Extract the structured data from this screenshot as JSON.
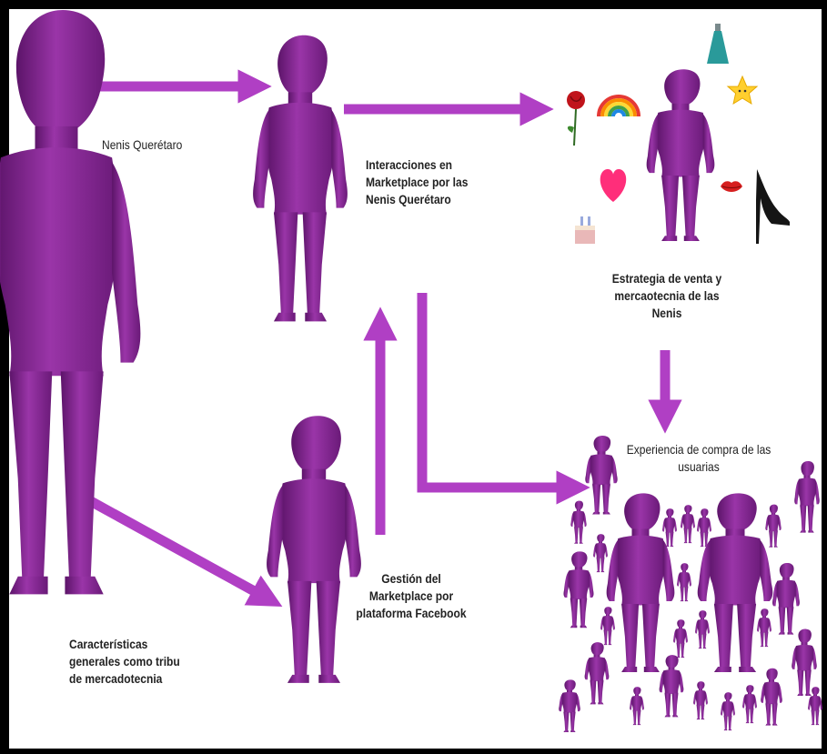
{
  "colors": {
    "figure": "#8a2a96",
    "figure_dark": "#5a1466",
    "arrow": "#b03fc4",
    "background": "#ffffff",
    "frame": "#000000"
  },
  "labels": {
    "nenis_queretaro": "Nenis Querétaro",
    "interacciones": [
      "Interacciones en",
      "Marketplace por las",
      "Nenis Querétaro"
    ],
    "estrategia": [
      "Estrategia de venta y",
      "mercaotecnia de las",
      "Nenis"
    ],
    "experiencia": [
      "Experiencia de compra de las",
      "usuarias"
    ],
    "gestion": [
      "Gestión del",
      "Marketplace por",
      "plataforma Facebook"
    ],
    "caracteristicas": [
      "Características",
      "generales como tribu",
      "de mercadotecnia"
    ]
  },
  "icons": [
    "rose-icon",
    "rainbow-icon",
    "perfume-bottle-icon",
    "star-icon",
    "heart-icon",
    "lips-icon",
    "high-heel-icon",
    "birthday-cake-icon"
  ]
}
